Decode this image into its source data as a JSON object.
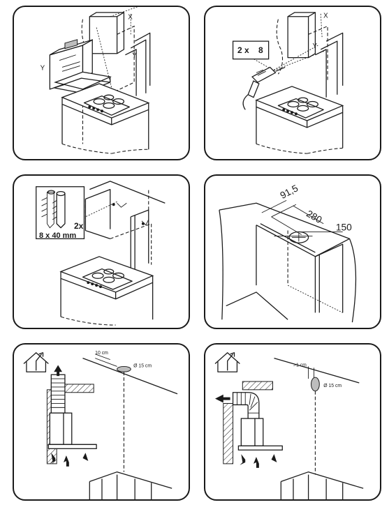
{
  "panels": {
    "p1": {
      "label_y": "Y",
      "label_x": "X",
      "label_y2": "Y"
    },
    "p2": {
      "screw_count": "2 x",
      "drill_size": "8",
      "label_x": "X",
      "label_y": "Y"
    },
    "p3": {
      "plug_count": "2x",
      "plug_size": "8 x 40 mm"
    },
    "p4": {
      "dim_a": "91,5",
      "dim_b": "280",
      "dim_c": "150"
    },
    "p5": {
      "dim_offset": "10 cm",
      "dim_diameter": "Ø 15 cm"
    },
    "p6": {
      "dim_offset": ">1 cm",
      "dim_diameter": "Ø 15 cm"
    }
  },
  "colors": {
    "line": "#1a1a1a",
    "background": "#ffffff",
    "fill_grey": "#bdbdbd"
  },
  "icons": [
    "house-vent-icon",
    "arrow-up-icon",
    "arrow-left-icon",
    "airflow-arrow-icon",
    "drill-icon",
    "wall-plug-icon",
    "hob-icon"
  ]
}
